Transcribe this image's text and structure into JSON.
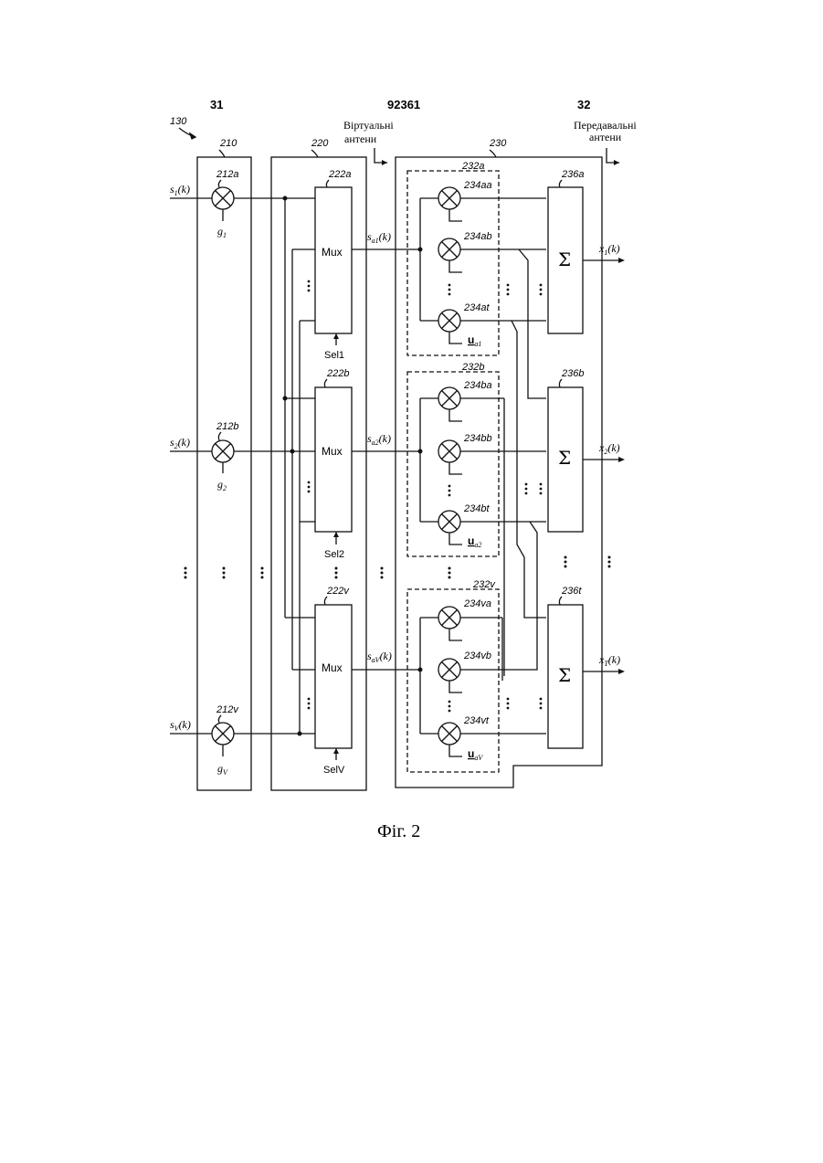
{
  "header": {
    "left_page": "31",
    "doc_number": "92361",
    "right_page": "32"
  },
  "labels": {
    "system": "130",
    "block_gain": "210",
    "block_mux": "220",
    "block_spatial": "230",
    "virtual_antennas_line1": "Віртуальні",
    "virtual_antennas_line2": "антени",
    "transmit_antennas_line1": "Передавальні",
    "transmit_antennas_line2": "антени"
  },
  "inputs": [
    {
      "sig": "s",
      "idx": "1",
      "arg": "(k)",
      "mult": "212a",
      "gain": "g",
      "gain_idx": "1"
    },
    {
      "sig": "s",
      "idx": "2",
      "arg": "(k)",
      "mult": "212b",
      "gain": "g",
      "gain_idx": "2"
    },
    {
      "sig": "s",
      "idx": "V",
      "arg": "(k)",
      "mult": "212v",
      "gain": "g",
      "gain_idx": "V"
    }
  ],
  "muxes": [
    {
      "id": "222a",
      "label": "Mux",
      "select": "Sel1",
      "out_sig": "s",
      "out_idx": "a1",
      "arg": "(k)"
    },
    {
      "id": "222b",
      "label": "Mux",
      "select": "Sel2",
      "out_sig": "s",
      "out_idx": "a2",
      "arg": "(k)"
    },
    {
      "id": "222v",
      "label": "Mux",
      "select": "SelV",
      "out_sig": "s",
      "out_idx": "aV",
      "arg": "(k)"
    }
  ],
  "spatial_groups": [
    {
      "id": "232a",
      "mults": [
        "234aa",
        "234ab",
        "234at"
      ],
      "vec": "u",
      "vec_idx": "a1"
    },
    {
      "id": "232b",
      "mults": [
        "234ba",
        "234bb",
        "234bt"
      ],
      "vec": "u",
      "vec_idx": "a2"
    },
    {
      "id": "232v",
      "mults": [
        "234va",
        "234vb",
        "234vt"
      ],
      "vec": "u",
      "vec_idx": "aV"
    }
  ],
  "summers": [
    {
      "id": "236a",
      "symbol": "Σ",
      "out_sig": "x",
      "out_idx": "1",
      "arg": "(k)"
    },
    {
      "id": "236b",
      "symbol": "Σ",
      "out_sig": "x",
      "out_idx": "2",
      "arg": "(k)"
    },
    {
      "id": "236t",
      "symbol": "Σ",
      "out_sig": "x",
      "out_idx": "T",
      "arg": "(k)"
    }
  ],
  "caption": "Фіг. 2"
}
